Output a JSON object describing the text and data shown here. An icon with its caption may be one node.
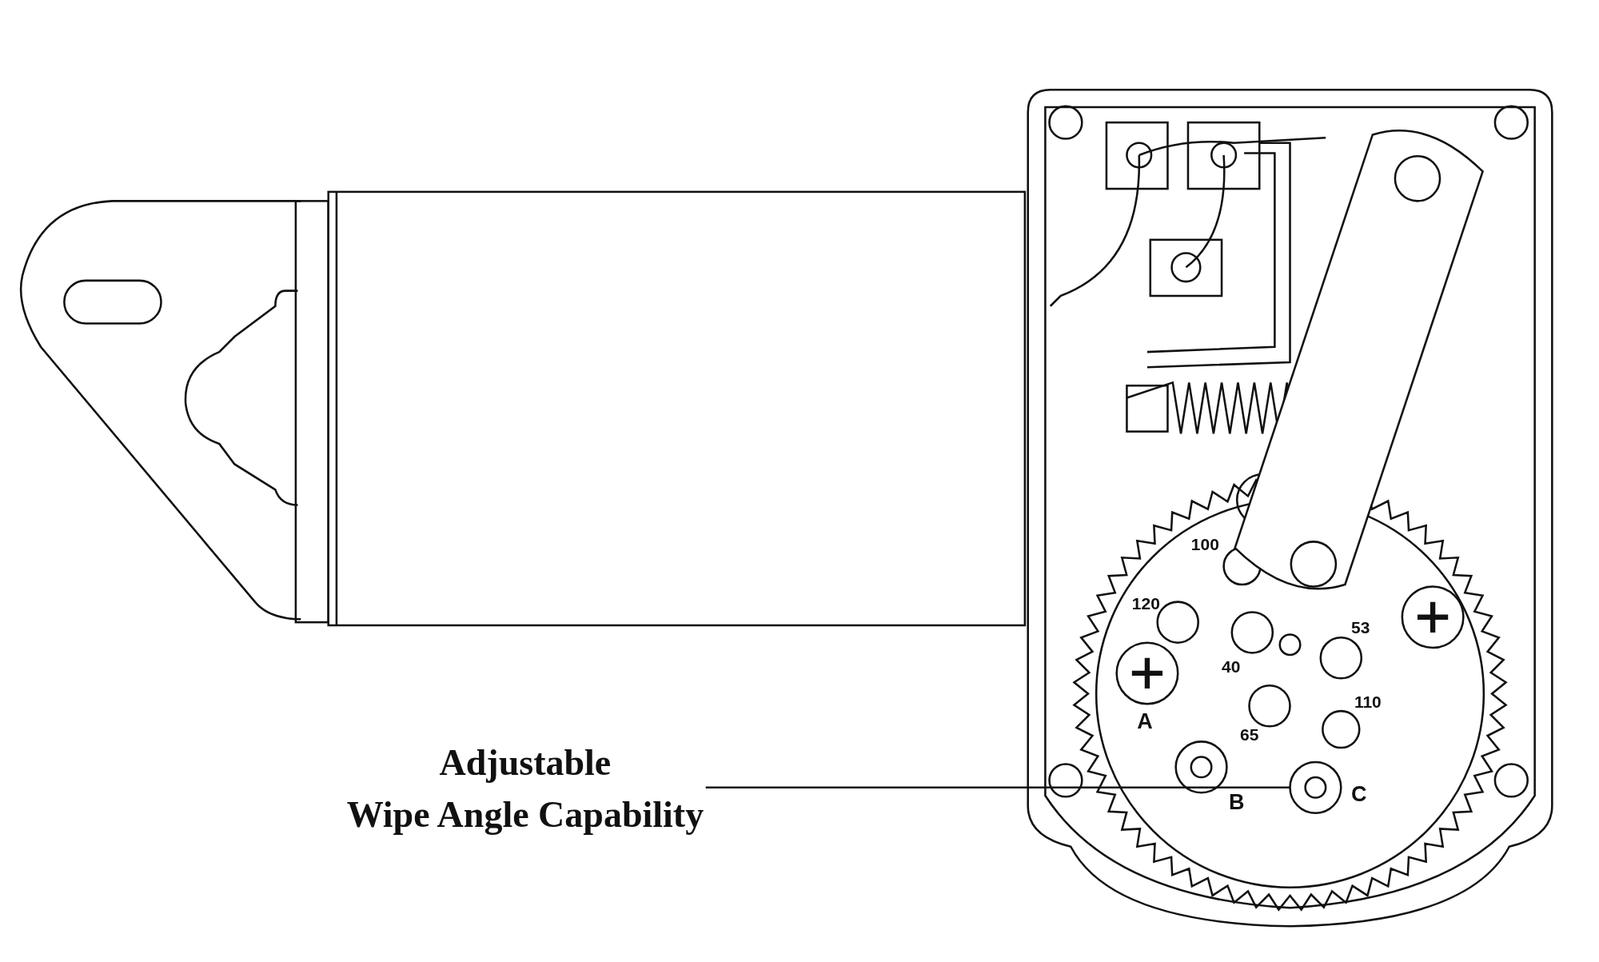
{
  "diagram": {
    "nodes": [
      {
        "text": [
          "Adjustable Wipe Angle Capability"
        ]
      },
      {
        "text": [],
        "shape": "circle"
      }
    ],
    "edges": [
      {
        "from": 0,
        "to": 1,
        "arrow": "none"
      }
    ],
    "labels": [
      "100",
      "120",
      "53",
      "40",
      "110",
      "65",
      "A",
      "B",
      "C"
    ]
  }
}
